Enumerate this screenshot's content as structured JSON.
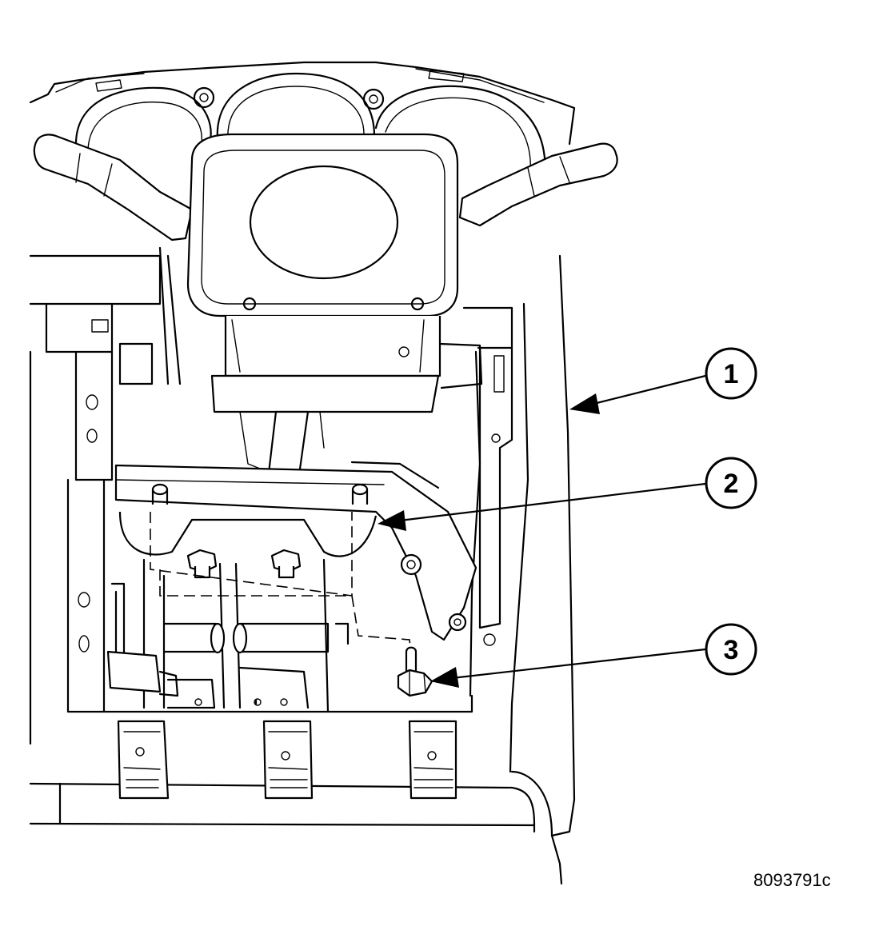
{
  "figure_id": "8093791c",
  "callouts": [
    {
      "number": "1"
    },
    {
      "number": "2"
    },
    {
      "number": "3"
    }
  ]
}
